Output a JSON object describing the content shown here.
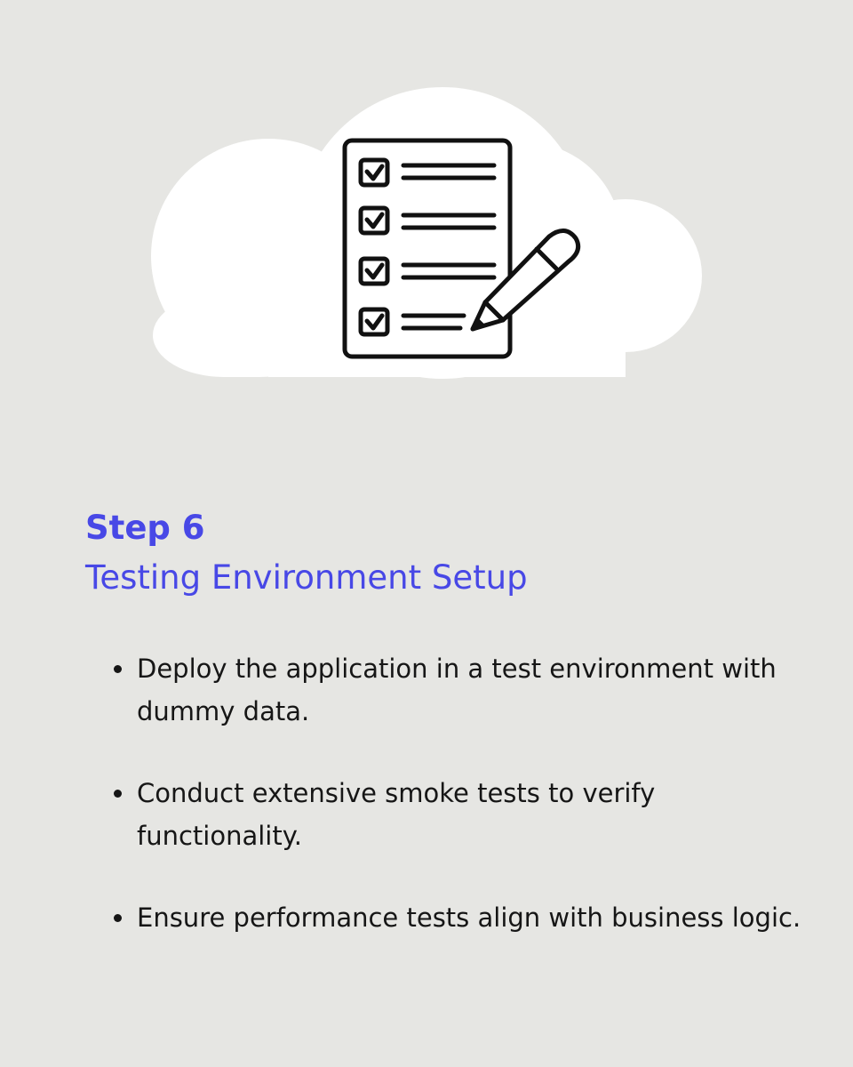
{
  "illustration": {
    "cloud_color": "#ffffff",
    "icon": "checklist-with-pencil-icon"
  },
  "step": {
    "label": "Step 6",
    "title": "Testing Environment Setup",
    "accent_color": "#4848e6"
  },
  "bullets": [
    {
      "text": "Deploy the application in a test environment with dummy data."
    },
    {
      "text": "Conduct extensive smoke tests to verify functionality."
    },
    {
      "text": "Ensure performance tests align with business logic."
    }
  ]
}
